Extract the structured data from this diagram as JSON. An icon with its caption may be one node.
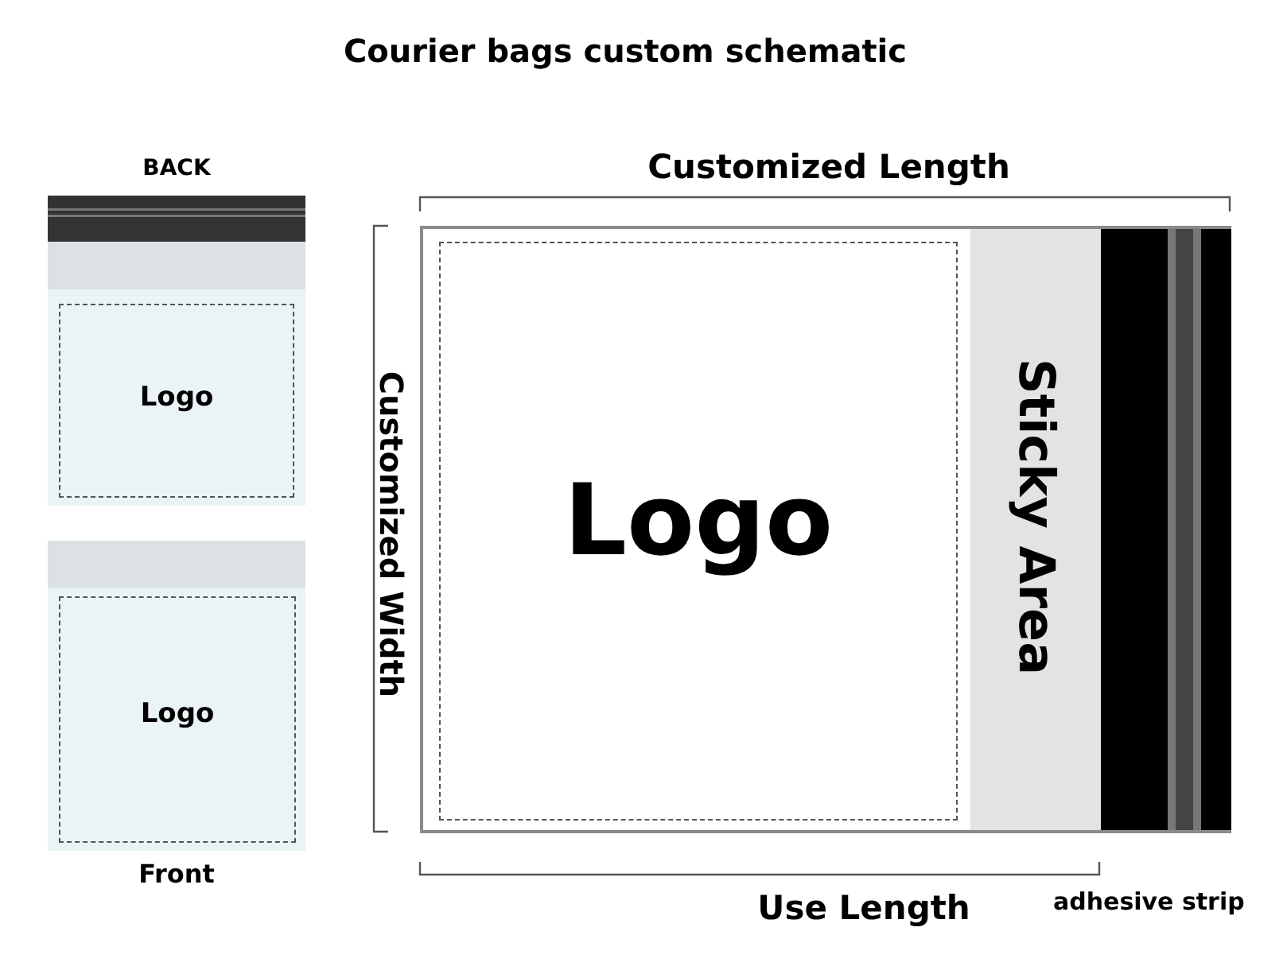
{
  "diagram": {
    "title": "Courier bags custom schematic",
    "nodes": [
      {
        "text": [
          "BACK"
        ]
      },
      {
        "text": [
          "Logo"
        ],
        "in": 0
      },
      {
        "text": [
          "Front"
        ]
      },
      {
        "text": [
          "Logo"
        ],
        "in": 2
      },
      {
        "text": [],
        "shape": "box"
      },
      {
        "text": [
          "Logo"
        ],
        "in": 4
      },
      {
        "text": [
          "Sticky Area"
        ],
        "in": 4
      },
      {
        "text": [],
        "shape": "bar",
        "in": 4,
        "beside": [
          "adhesive strip"
        ]
      }
    ],
    "labels": [
      "Customized Length",
      "Customized Width",
      "Use Length"
    ]
  }
}
